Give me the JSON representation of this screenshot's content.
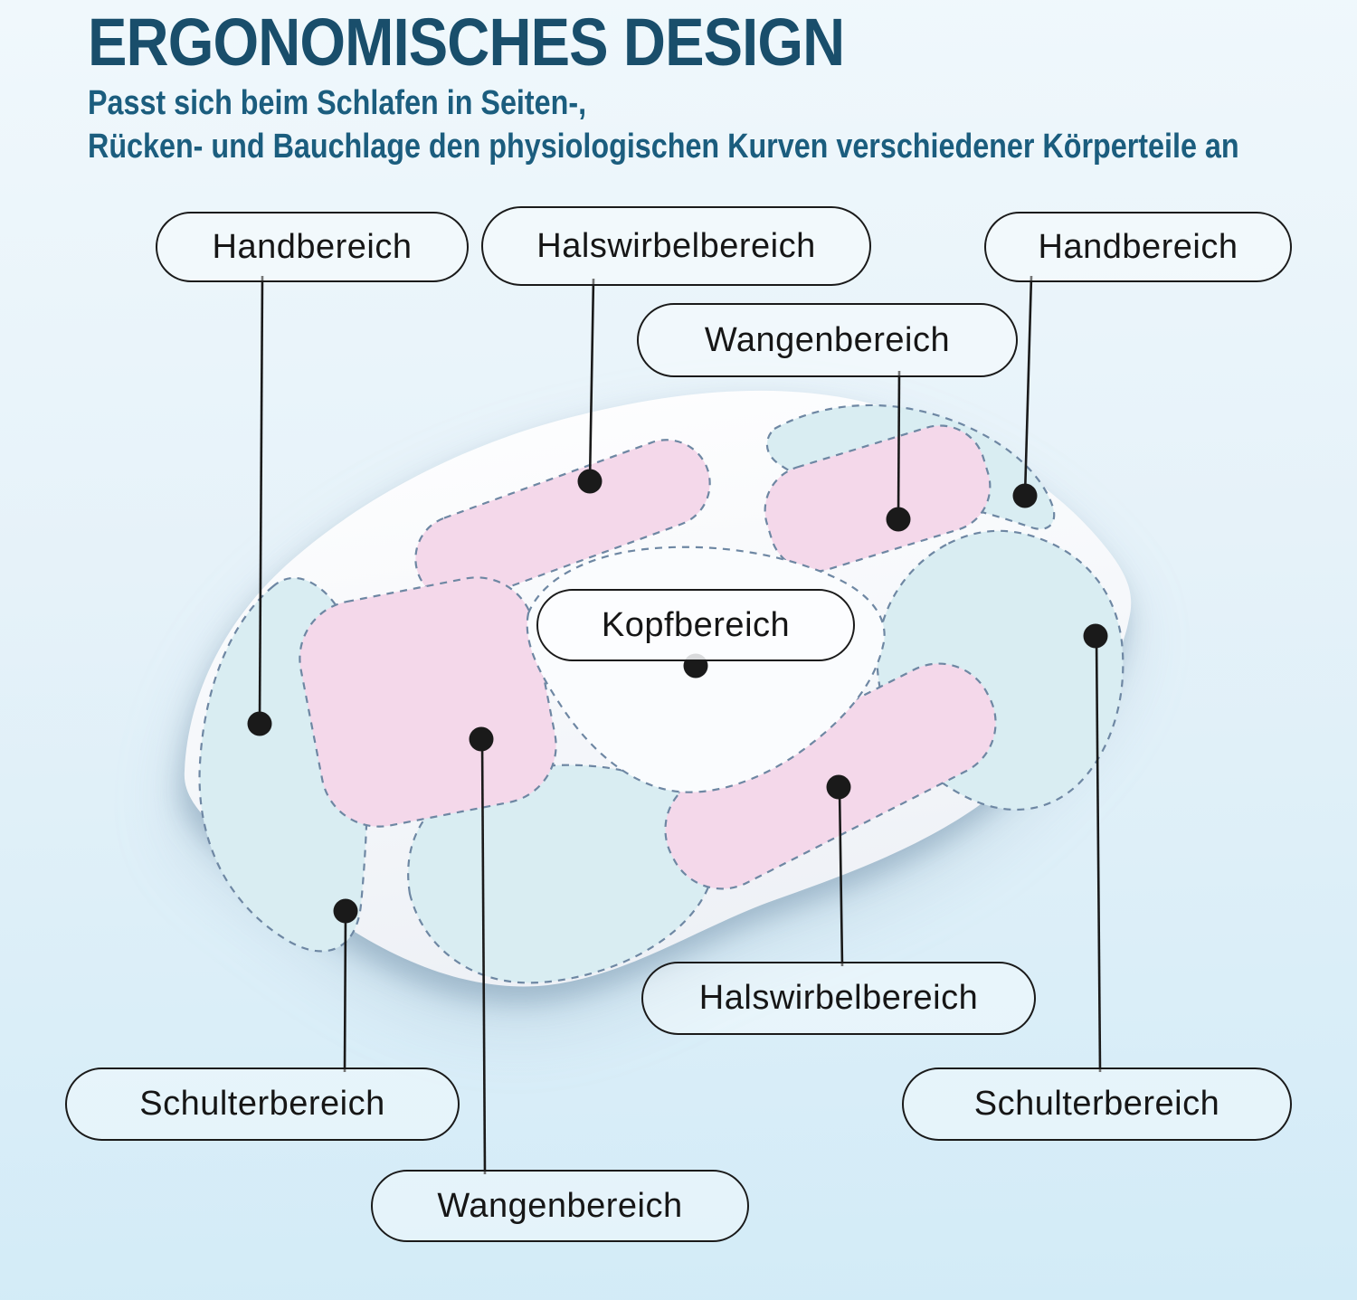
{
  "header": {
    "title": "ERGONOMISCHES DESIGN",
    "subtitle_line1": "Passt sich beim Schlafen in Seiten-,",
    "subtitle_line2": "Rücken- und Bauchlage den physiologischen Kurven verschiedener Körperteile an"
  },
  "callouts": [
    {
      "id": "hand-left",
      "text": "Handbereich"
    },
    {
      "id": "neck-top",
      "text": "Halswirbelbereich"
    },
    {
      "id": "hand-right",
      "text": "Handbereich"
    },
    {
      "id": "cheek-top",
      "text": "Wangenbereich"
    },
    {
      "id": "head",
      "text": "Kopfbereich"
    },
    {
      "id": "neck-bottom",
      "text": "Halswirbelbereich"
    },
    {
      "id": "shoulder-left",
      "text": "Schulterbereich"
    },
    {
      "id": "shoulder-right",
      "text": "Schulterbereich"
    },
    {
      "id": "cheek-bottom",
      "text": "Wangenbereich"
    }
  ],
  "zones": [
    {
      "name": "Handbereich links",
      "color_key": "zone_blue"
    },
    {
      "name": "Halswirbelbereich oben",
      "color_key": "zone_pink"
    },
    {
      "name": "Handbereich rechts",
      "color_key": "zone_blue"
    },
    {
      "name": "Wangenbereich oben",
      "color_key": "zone_pink"
    },
    {
      "name": "Kopfbereich",
      "color_key": "pillow_fill"
    },
    {
      "name": "Halswirbelbereich unten",
      "color_key": "zone_pink"
    },
    {
      "name": "Schulterbereich links",
      "color_key": "zone_blue"
    },
    {
      "name": "Schulterbereich rechts",
      "color_key": "zone_blue"
    },
    {
      "name": "Wangenbereich unten",
      "color_key": "zone_pink"
    }
  ],
  "colors": {
    "title_color": "#194e6b",
    "subtitle_color": "#1b5d7e",
    "bg_top": "#f0f8fc",
    "bg_bottom": "#d2ebf7",
    "pillow_fill": "#f7f9fc",
    "zone_pink": "#f4d8ea",
    "zone_blue": "#d9edf2",
    "dash_color": "#6e87a3",
    "line_color": "#1a1a1a",
    "label_border": "#1a1a1a",
    "label_bg": "rgba(252,254,255,0.40)",
    "label_text": "#161616"
  }
}
